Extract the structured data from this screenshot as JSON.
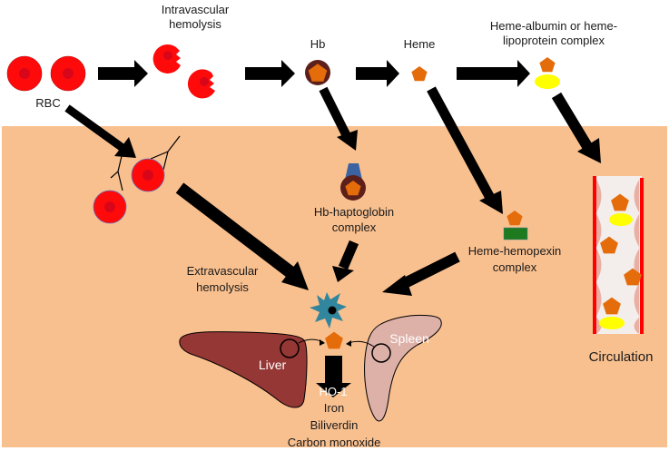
{
  "title": "Hemolysis and heme clearance pathways",
  "colors": {
    "tissue_bg": "#f9c08f",
    "rbc": "#ff0a0a",
    "rbc_core": "#d9061a",
    "heme": "#e46c0a",
    "hb_ring": "#5c1f1a",
    "haptoglobin": "#3b63a1",
    "hemopexin": "#1e7a1e",
    "albumin": "#ffff00",
    "macrophage": "#31859c",
    "liver": "#953735",
    "spleen": "#ddb0a8",
    "vessel_wall": "#ff0000",
    "arrow": "#000000"
  },
  "labels": {
    "rbc": "RBC",
    "intravascular_1": "Intravascular",
    "intravascular_2": "hemolysis",
    "hb": "Hb",
    "heme": "Heme",
    "heme_albumin_1": "Heme-albumin or heme-",
    "heme_albumin_2": "lipoprotein complex",
    "hb_haptoglobin_1": "Hb-haptoglobin",
    "hb_haptoglobin_2": "complex",
    "heme_hemopexin_1": "Heme-hemopexin",
    "heme_hemopexin_2": "complex",
    "extravascular_1": "Extravascular",
    "extravascular_2": "hemolysis",
    "liver": "Liver",
    "spleen": "Spleen",
    "ho1": "HO-1",
    "products": [
      "Iron",
      "Biliverdin",
      "Carbon monoxide"
    ],
    "circulation": "Circulation"
  }
}
